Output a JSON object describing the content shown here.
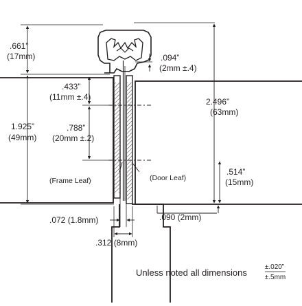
{
  "dimensions": {
    "top_gap": {
      "in": ".661”",
      "mm": "(17mm)"
    },
    "flange": {
      "in": ".094”",
      "mm": "(2mm ±.4)"
    },
    "top_hole": {
      "in": ".433”",
      "mm": "(11mm ±.4)"
    },
    "overall_width": {
      "in": "2.496”",
      "mm": "(63mm)"
    },
    "hole_spacing": {
      "in": ".788”",
      "mm": "(20mm ±.2)"
    },
    "frame_depth": {
      "in": "1.925”",
      "mm": "(49mm)"
    },
    "bottom_hole": {
      "in": ".514”",
      "mm": "(15mm)"
    },
    "leaf_gap": {
      "text": ".072 (1.8mm)"
    },
    "door_gap": {
      "text": ".090 (2mm)"
    },
    "thickness": {
      "text": ".312 (8mm)"
    }
  },
  "labels": {
    "frame_leaf": "(Frame Leaf)",
    "door_leaf": "(Door Leaf)"
  },
  "footnote": {
    "text": "Unless noted all dimensions",
    "tol_in": "±.020”",
    "tol_mm": "±.5mm"
  }
}
